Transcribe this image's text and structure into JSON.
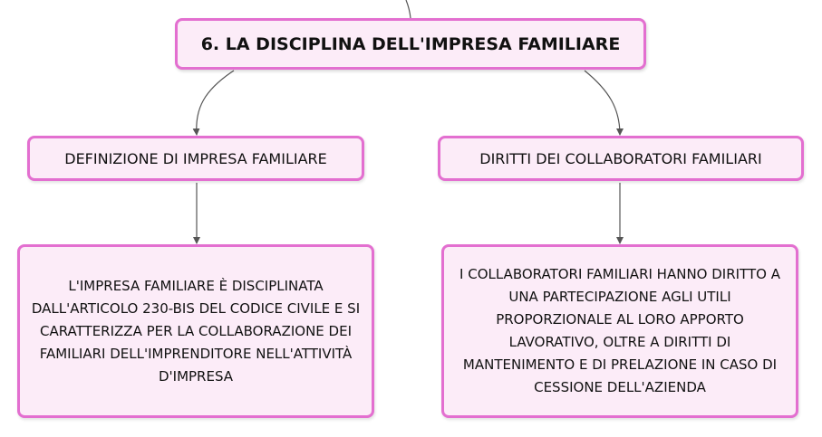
{
  "root": {
    "title": "6. LA DISCIPLINA DELL'IMPRESA FAMILIARE"
  },
  "branches": [
    {
      "title": "DEFINIZIONE DI IMPRESA FAMILIARE",
      "detail": "L'IMPRESA FAMILIARE È DISCIPLINATA DALL'ARTICOLO 230-BIS DEL CODICE CIVILE E SI CARATTERIZZA PER LA COLLABORAZIONE DEI FAMILIARI DELL'IMPRENDITORE NELL'ATTIVITÀ D'IMPRESA"
    },
    {
      "title": "DIRITTI DEI COLLABORATORI FAMILIARI",
      "detail": "I COLLABORATORI FAMILIARI HANNO DIRITTO A UNA PARTECIPAZIONE AGLI UTILI PROPORZIONALE AL LORO APPORTO LAVORATIVO, OLTRE A DIRITTI DI MANTENIMENTO E DI PRELAZIONE IN CASO DI CESSIONE DELL'AZIENDA"
    }
  ],
  "colors": {
    "node_fill": "#fcecf8",
    "node_border": "#e36fd0",
    "connector": "#555555"
  }
}
